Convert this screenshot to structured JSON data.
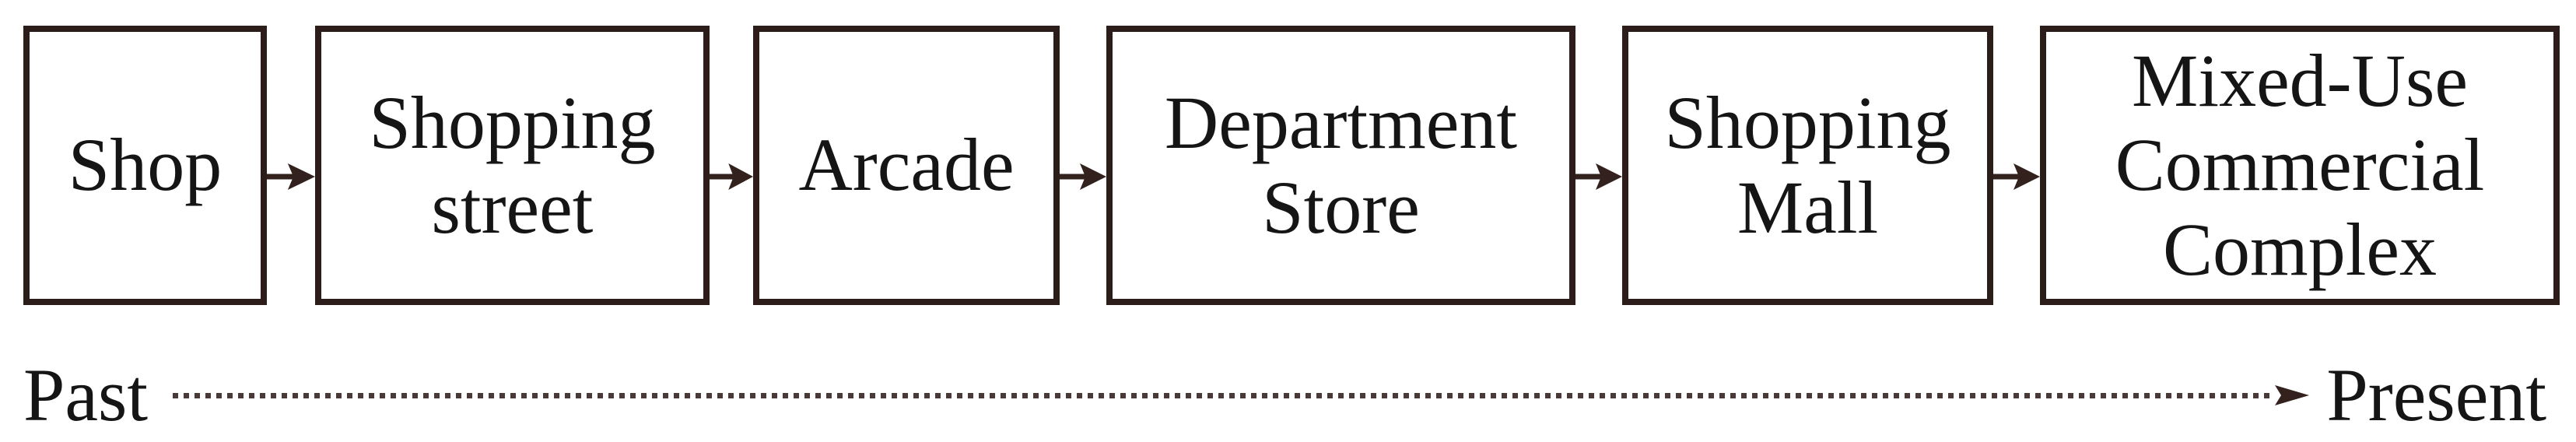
{
  "diagram": {
    "boxes": [
      {
        "label": "Shop",
        "lines": [
          "Shop"
        ]
      },
      {
        "label": "Shopping street",
        "lines": [
          "Shopping",
          "street"
        ]
      },
      {
        "label": "Arcade",
        "lines": [
          "Arcade"
        ]
      },
      {
        "label": "Department Store",
        "lines": [
          "Department",
          "Store"
        ]
      },
      {
        "label": "Shopping Mall",
        "lines": [
          "Shopping",
          "Mall"
        ]
      },
      {
        "label": "Mixed-Use Commercial Complex",
        "lines": [
          "Mixed-Use",
          "Commercial",
          "Complex"
        ]
      }
    ],
    "timeline": {
      "start_label": "Past",
      "end_label": "Present"
    },
    "colors": {
      "box_border": "#2c1d1a",
      "arrow": "#32211d",
      "text": "#151515",
      "timeline_dots": "#473a38"
    }
  }
}
